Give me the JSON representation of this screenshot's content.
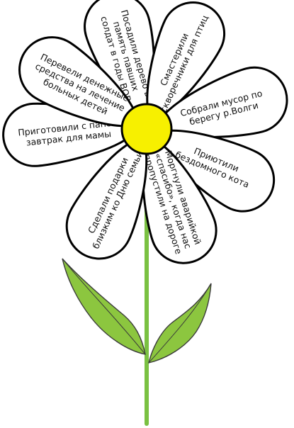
{
  "flower": {
    "colors": {
      "center": "#f7f000",
      "stem": "#7ac142",
      "leaf": "#8cc63f",
      "outline": "#000000"
    },
    "petals": [
      {
        "id": "p1",
        "lines": [
          "Посадили дерево в",
          "память павших",
          "солдат в годы ВОВ"
        ]
      },
      {
        "id": "p2",
        "lines": [
          "Смастерили",
          "скворечники для птиц"
        ]
      },
      {
        "id": "p3",
        "lines": [
          "Собрали мусор по",
          "берегу р.Волги"
        ]
      },
      {
        "id": "p4",
        "lines": [
          "Приютили",
          "бездомного кота"
        ]
      },
      {
        "id": "p5",
        "lines": [
          "Моргнули аварийкой",
          "«спасибо», когда нас",
          "пропустили на дороге"
        ]
      },
      {
        "id": "p6",
        "lines": [
          "Сделали подарки",
          "близким ко Дню семьи"
        ]
      },
      {
        "id": "p7",
        "lines": [
          "Приготовили с папой",
          "завтрак для мамы"
        ]
      },
      {
        "id": "p8",
        "lines": [
          "Перевели денежные",
          "средства на лечение",
          "больных детей"
        ]
      }
    ]
  }
}
